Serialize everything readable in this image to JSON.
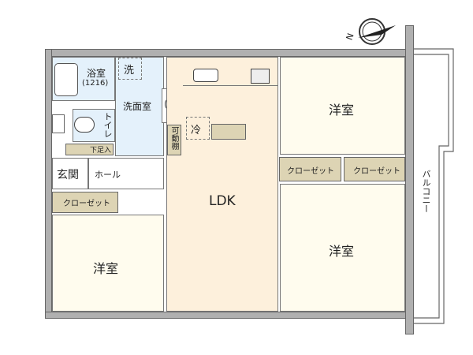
{
  "rooms": {
    "bath": "浴室",
    "bath_size": "(1216)",
    "washer": "洗",
    "washroom": "洗面室",
    "toilet": "トイレ",
    "shoe_box": "下足入",
    "entrance": "玄関",
    "hall": "ホール",
    "closet_left": "クローゼット",
    "western_left": "洋室",
    "ldk": "LDK",
    "fridge": "冷",
    "movable_shelf": "可動棚",
    "western_top_right": "洋室",
    "closet_right_1": "クローゼット",
    "closet_right_2": "クローゼット",
    "western_bottom_right": "洋室",
    "balcony": "バルコニー"
  },
  "compass": {
    "label": "N"
  }
}
